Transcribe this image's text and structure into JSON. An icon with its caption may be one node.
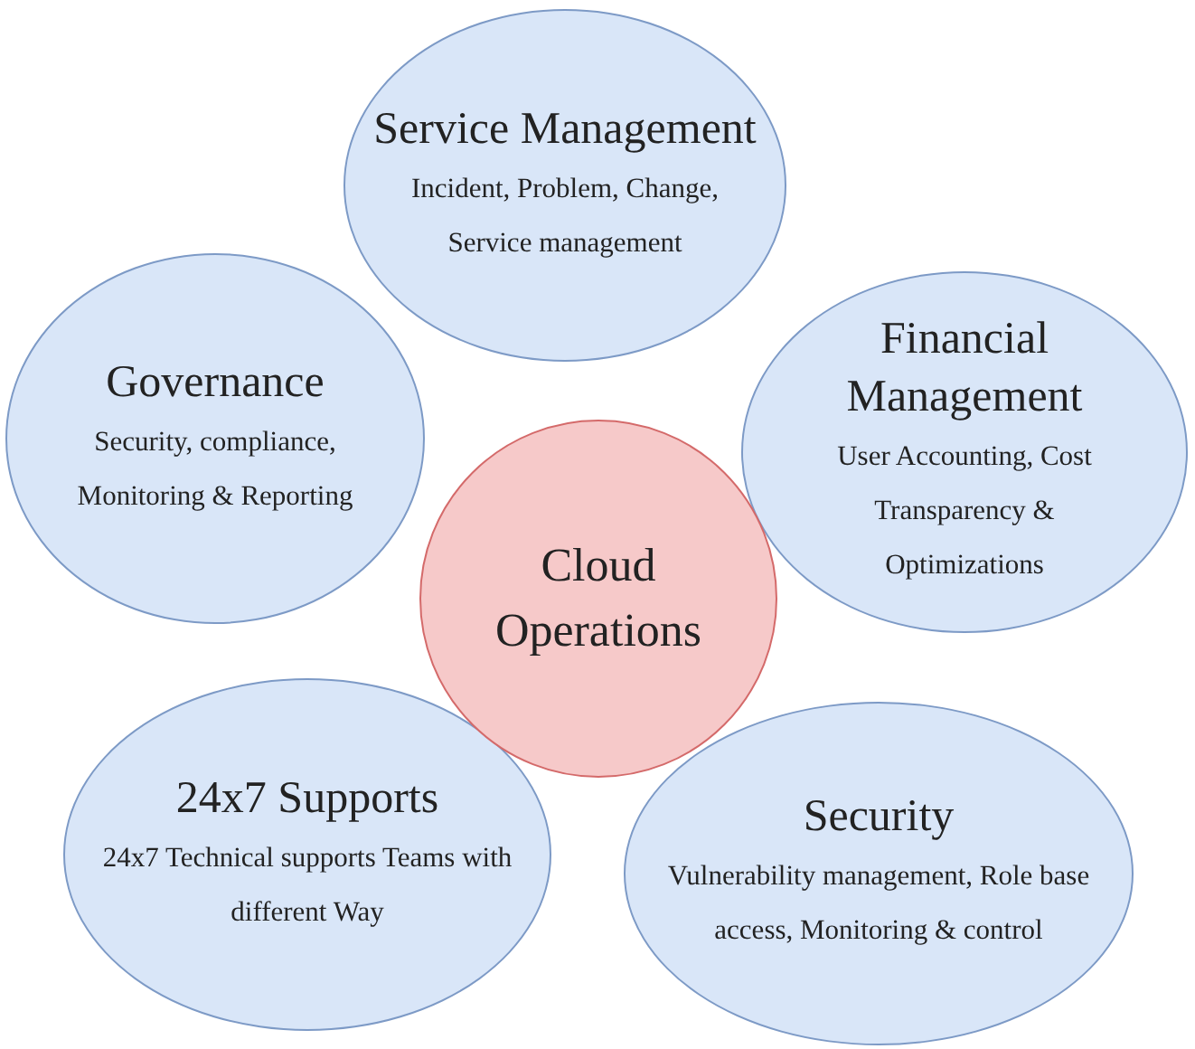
{
  "diagram": {
    "nodes": [
      {
        "text": [
          "Service Management",
          "Incident, Problem, Change, Service management"
        ]
      },
      {
        "text": [
          "Governance",
          "Security, compliance, Monitoring & Reporting"
        ]
      },
      {
        "text": [
          "Financial Management",
          "User Accounting, Cost Transparency & Optimizations"
        ]
      },
      {
        "text": [
          "Cloud Operations"
        ]
      },
      {
        "text": [
          "24x7 Supports",
          "24x7 Technical supports Teams with different Way"
        ]
      },
      {
        "text": [
          "Security",
          "Vulnerability management, Role base access, Monitoring & control"
        ]
      }
    ]
  }
}
